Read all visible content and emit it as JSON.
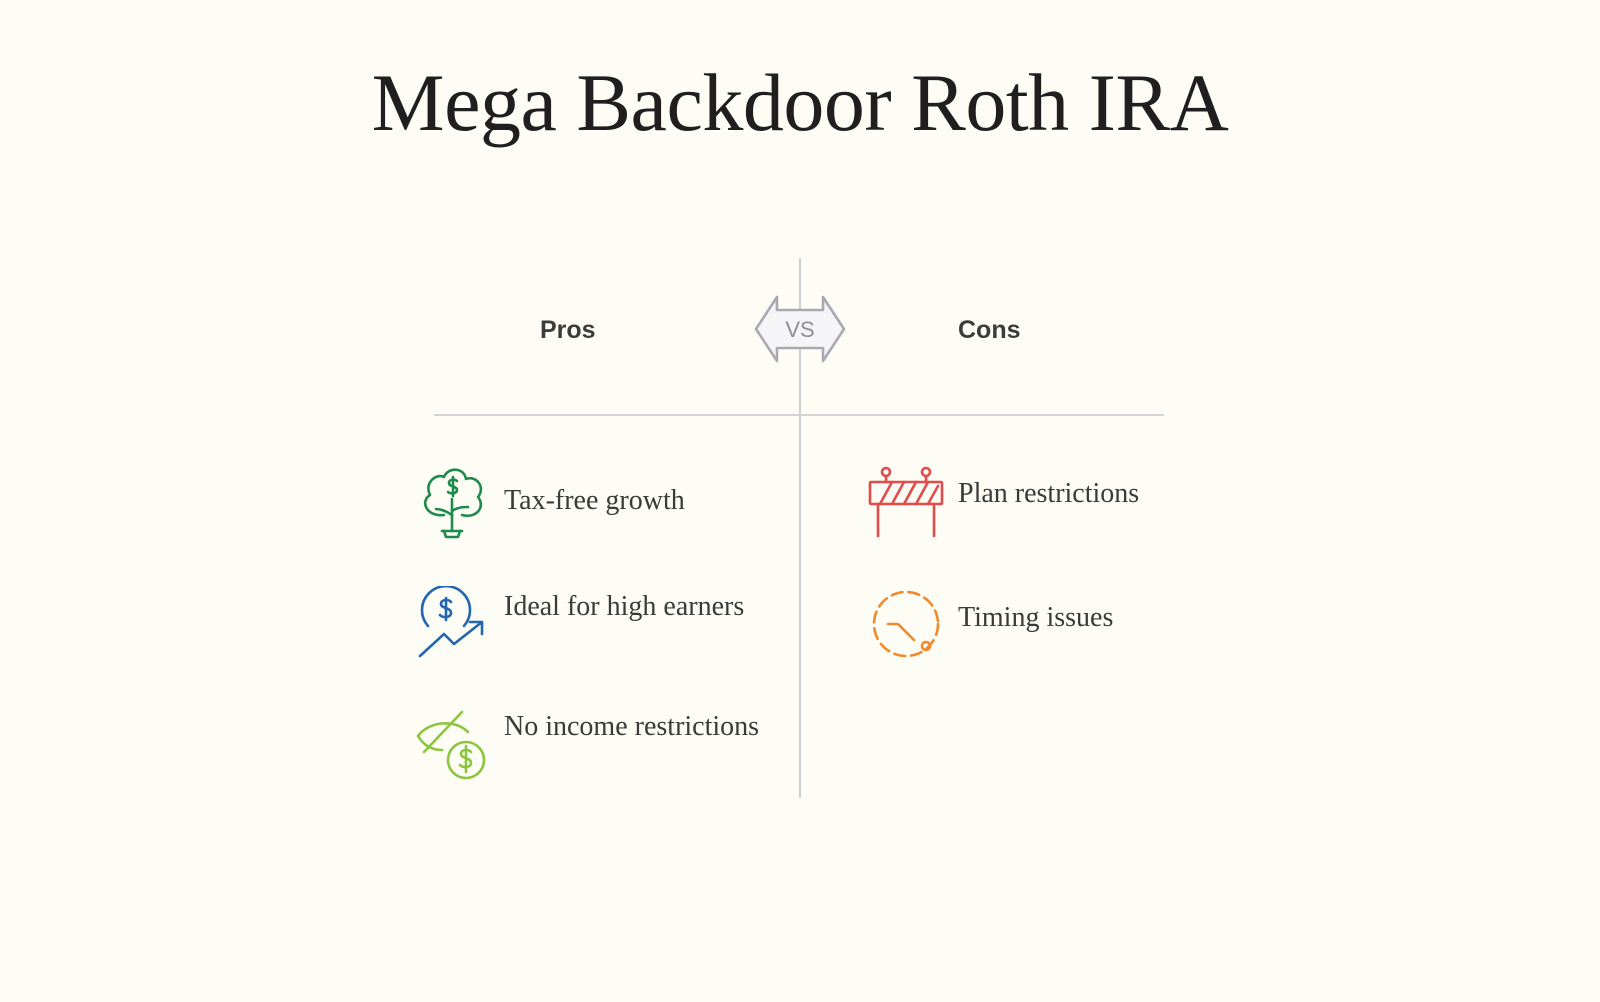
{
  "title": "Mega Backdoor Roth IRA",
  "vs_label": "VS",
  "pros": {
    "heading": "Pros",
    "items": [
      {
        "label": "Tax-free growth",
        "icon": "money-tree-icon",
        "color": "#1e8a4c"
      },
      {
        "label": "Ideal for high earners",
        "icon": "dollar-growth-arrow-icon",
        "color": "#2265b0"
      },
      {
        "label": "No income restrictions",
        "icon": "no-income-limit-icon",
        "color": "#8cc63f"
      }
    ]
  },
  "cons": {
    "heading": "Cons",
    "items": [
      {
        "label": "Plan restrictions",
        "icon": "barrier-icon",
        "color": "#e34b4b"
      },
      {
        "label": "Timing issues",
        "icon": "timer-icon",
        "color": "#f08a2a"
      }
    ]
  },
  "colors": {
    "background": "#fdfdf5",
    "divider": "#cfcfcf",
    "vs_badge": "#a9a9b3"
  }
}
